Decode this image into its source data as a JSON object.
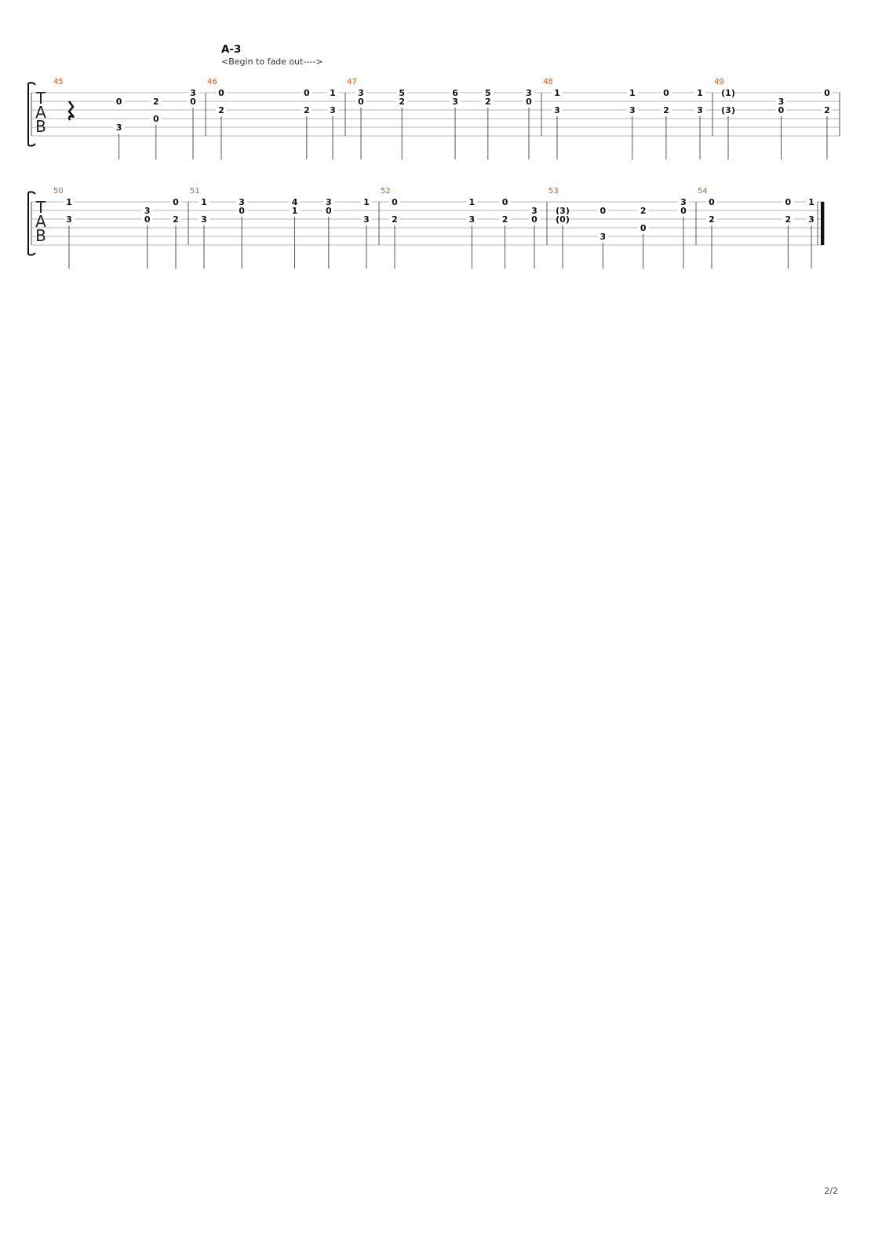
{
  "section": {
    "title": "A-3",
    "note": "<Begin to fade out---->"
  },
  "tab_label": [
    "T",
    "A",
    "B"
  ],
  "page_number": "2/2",
  "systems": [
    {
      "bars": [
        {
          "number": "45",
          "rest": "quarter",
          "notes": [
            {
              "beat": 0.5,
              "frets": [
                [
                  5,
                  "3"
                ],
                [
                  2,
                  "0"
                ]
              ]
            },
            {
              "beat": 1.5,
              "frets": [
                [
                  2,
                  "2"
                ],
                [
                  4,
                  "0"
                ]
              ]
            },
            {
              "beat": 2.5,
              "frets": [
                [
                  1,
                  "3"
                ],
                [
                  2,
                  "0"
                ]
              ]
            }
          ]
        },
        {
          "number": "46",
          "notes": [
            {
              "beat": 0,
              "frets": [
                [
                  1,
                  "0"
                ],
                [
                  3,
                  "2"
                ]
              ]
            },
            {
              "beat": 2.3,
              "frets": [
                [
                  1,
                  "0"
                ],
                [
                  3,
                  "2"
                ]
              ]
            },
            {
              "beat": 3.0,
              "frets": [
                [
                  1,
                  "1"
                ],
                [
                  3,
                  "3"
                ]
              ]
            }
          ]
        },
        {
          "number": "47",
          "notes": [
            {
              "beat": 0,
              "frets": [
                [
                  1,
                  "3"
                ],
                [
                  2,
                  "0"
                ]
              ]
            },
            {
              "beat": 1,
              "frets": [
                [
                  1,
                  "5"
                ],
                [
                  2,
                  "2"
                ]
              ]
            },
            {
              "beat": 2.3,
              "frets": [
                [
                  1,
                  "6"
                ],
                [
                  2,
                  "3"
                ]
              ]
            },
            {
              "beat": 3.1,
              "frets": [
                [
                  1,
                  "5"
                ],
                [
                  2,
                  "2"
                ]
              ]
            },
            {
              "beat": 4.1,
              "frets": [
                [
                  1,
                  "3"
                ],
                [
                  2,
                  "0"
                ]
              ]
            }
          ]
        },
        {
          "number": "48",
          "notes": [
            {
              "beat": 0,
              "frets": [
                [
                  1,
                  "1"
                ],
                [
                  3,
                  "3"
                ]
              ]
            },
            {
              "beat": 2.0,
              "frets": [
                [
                  1,
                  "1"
                ],
                [
                  3,
                  "3"
                ]
              ]
            },
            {
              "beat": 2.9,
              "frets": [
                [
                  1,
                  "0"
                ],
                [
                  3,
                  "2"
                ]
              ]
            },
            {
              "beat": 3.8,
              "frets": [
                [
                  1,
                  "1"
                ],
                [
                  3,
                  "3"
                ]
              ]
            }
          ]
        },
        {
          "number": "49",
          "notes": [
            {
              "beat": 0,
              "frets": [
                [
                  1,
                  "(1)"
                ],
                [
                  3,
                  "(3)"
                ]
              ]
            },
            {
              "beat": 1.5,
              "frets": [
                [
                  2,
                  "3"
                ],
                [
                  3,
                  "0"
                ]
              ]
            },
            {
              "beat": 2.8,
              "frets": [
                [
                  1,
                  "0"
                ],
                [
                  3,
                  "2"
                ]
              ]
            }
          ]
        }
      ]
    },
    {
      "bars": [
        {
          "number": "50",
          "notes": [
            {
              "beat": 0,
              "frets": [
                [
                  1,
                  "1"
                ],
                [
                  3,
                  "3"
                ]
              ]
            },
            {
              "beat": 2.2,
              "frets": [
                [
                  2,
                  "3"
                ],
                [
                  3,
                  "0"
                ]
              ]
            },
            {
              "beat": 3.0,
              "frets": [
                [
                  1,
                  "0"
                ],
                [
                  3,
                  "2"
                ]
              ]
            }
          ]
        },
        {
          "number": "51",
          "notes": [
            {
              "beat": 0,
              "frets": [
                [
                  1,
                  "1"
                ],
                [
                  3,
                  "3"
                ]
              ]
            },
            {
              "beat": 1,
              "frets": [
                [
                  1,
                  "3"
                ],
                [
                  2,
                  "0"
                ]
              ]
            },
            {
              "beat": 2.4,
              "frets": [
                [
                  1,
                  "4"
                ],
                [
                  2,
                  "1"
                ]
              ]
            },
            {
              "beat": 3.3,
              "frets": [
                [
                  1,
                  "3"
                ],
                [
                  2,
                  "0"
                ]
              ]
            },
            {
              "beat": 4.3,
              "frets": [
                [
                  1,
                  "1"
                ],
                [
                  3,
                  "3"
                ]
              ]
            }
          ]
        },
        {
          "number": "52",
          "notes": [
            {
              "beat": 0,
              "frets": [
                [
                  1,
                  "0"
                ],
                [
                  3,
                  "2"
                ]
              ]
            },
            {
              "beat": 2.1,
              "frets": [
                [
                  1,
                  "1"
                ],
                [
                  3,
                  "3"
                ]
              ]
            },
            {
              "beat": 3.0,
              "frets": [
                [
                  1,
                  "0"
                ],
                [
                  3,
                  "2"
                ]
              ]
            },
            {
              "beat": 3.8,
              "frets": [
                [
                  2,
                  "3"
                ],
                [
                  3,
                  "0"
                ]
              ]
            }
          ]
        },
        {
          "number": "53",
          "notes": [
            {
              "beat": 0,
              "frets": [
                [
                  2,
                  "(3)"
                ],
                [
                  3,
                  "(0)"
                ]
              ]
            },
            {
              "beat": 1,
              "frets": [
                [
                  2,
                  "0"
                ],
                [
                  5,
                  "3"
                ]
              ]
            },
            {
              "beat": 2,
              "frets": [
                [
                  2,
                  "2"
                ],
                [
                  4,
                  "0"
                ]
              ]
            },
            {
              "beat": 3,
              "frets": [
                [
                  1,
                  "3"
                ],
                [
                  2,
                  "0"
                ]
              ]
            }
          ]
        },
        {
          "number": "54",
          "notes": [
            {
              "beat": 0,
              "frets": [
                [
                  1,
                  "0"
                ],
                [
                  3,
                  "2"
                ]
              ]
            },
            {
              "beat": 2.3,
              "frets": [
                [
                  1,
                  "0"
                ],
                [
                  3,
                  "2"
                ]
              ]
            },
            {
              "beat": 3.0,
              "frets": [
                [
                  1,
                  "1"
                ],
                [
                  3,
                  "3"
                ]
              ]
            }
          ]
        }
      ]
    }
  ]
}
